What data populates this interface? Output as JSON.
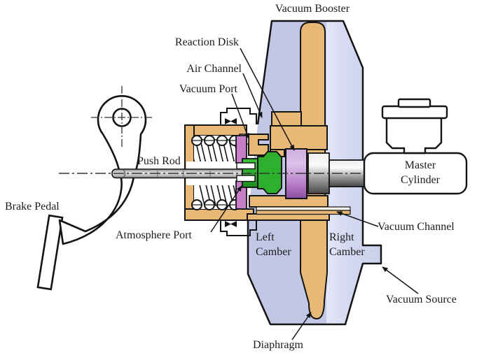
{
  "figure": {
    "type": "technical cross-section diagram",
    "title": "Vacuum Booster brake system"
  },
  "labels": {
    "vacuum_booster": "Vacuum Booster",
    "reaction_disk": "Reaction Disk",
    "air_channel": "Air Channel",
    "vacuum_port": "Vacuum Port",
    "push_rod": "Push Rod",
    "brake_pedal": "Brake Pedal",
    "atmosphere_port": "Atmosphere Port",
    "left_camber_line1": "Left",
    "left_camber_line2": "Camber",
    "right_camber_line1": "Right",
    "right_camber_line2": "Camber",
    "master_cylinder_line1": "Master",
    "master_cylinder_line2": "Cylinder",
    "vacuum_channel": "Vacuum Channel",
    "vacuum_source": "Vacuum Source",
    "diaphragm": "Diaphragm"
  },
  "colors": {
    "shell": "#cfd3ee",
    "shell_dark": "#c2c7e5",
    "shell_light": "#dadef5",
    "diaphragm_tan": "#e7b876",
    "plunger_green": "#2eb02e",
    "valve_seat_purple": "#c87fca",
    "reaction_disk_purple": "#c9a0dc",
    "rod_gray": "#a8a8a8",
    "outline": "#141414"
  }
}
